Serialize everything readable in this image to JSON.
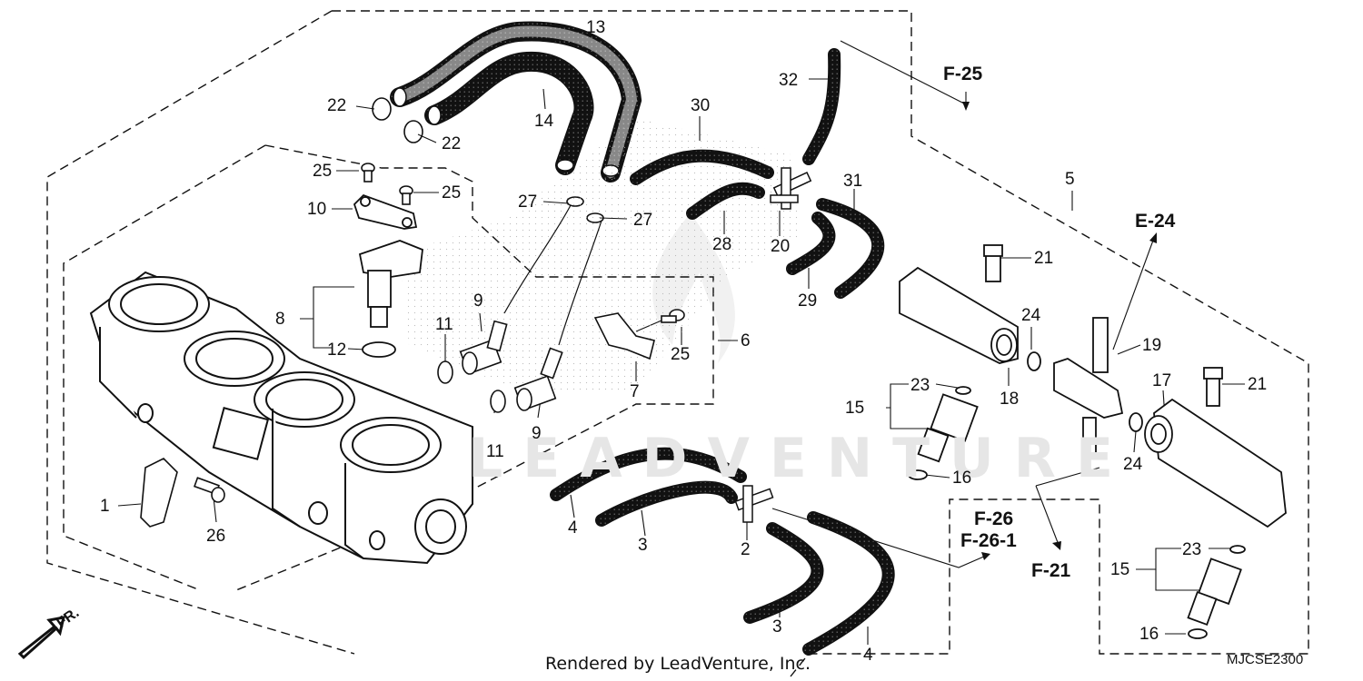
{
  "diagram": {
    "callouts": [
      "1",
      "2",
      "3",
      "3",
      "4",
      "4",
      "5",
      "6",
      "7",
      "8",
      "9",
      "9",
      "10",
      "11",
      "11",
      "12",
      "13",
      "14",
      "15",
      "15",
      "16",
      "16",
      "17",
      "18",
      "19",
      "20",
      "21",
      "21",
      "22",
      "22",
      "23",
      "23",
      "24",
      "24",
      "25",
      "25",
      "25",
      "26",
      "27",
      "27",
      "28",
      "29",
      "30",
      "31",
      "32"
    ],
    "refs": {
      "f25": "F-25",
      "e24": "E-24",
      "f26": "F-26",
      "f261": "F-26-1",
      "f21": "F-21"
    },
    "front_label": "FR.",
    "watermark": "LEADVENTURE",
    "footer": "Rendered by LeadVenture, Inc.",
    "diagram_code": "MJCSE2300"
  }
}
